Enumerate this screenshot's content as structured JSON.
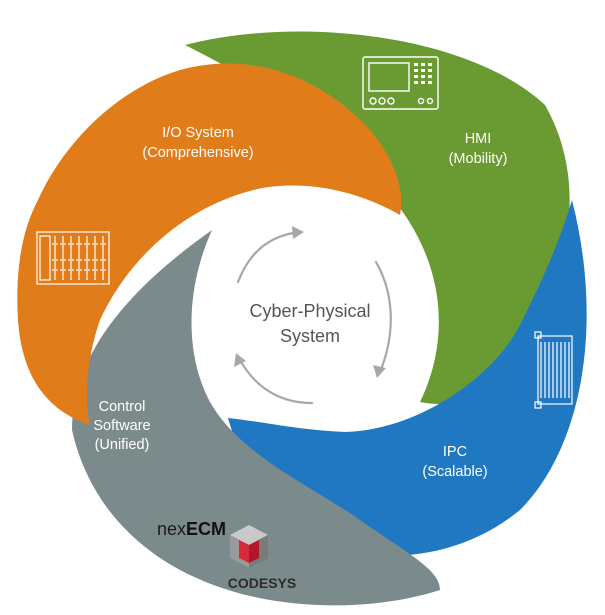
{
  "diagram": {
    "center": {
      "line1": "Cyber-Physical",
      "line2": "System"
    },
    "segments": [
      {
        "id": "hmi",
        "label_line1": "HMI",
        "label_line2": "(Mobility)",
        "color": "#6a9b33",
        "icon": "touch-panel-icon"
      },
      {
        "id": "ipc",
        "label_line1": "IPC",
        "label_line2": "(Scalable)",
        "color": "#1f78c1",
        "icon": "industrial-pc-icon"
      },
      {
        "id": "control-software",
        "label_line1": "Control",
        "label_line2": "Software",
        "label_line3": "(Unified)",
        "color": "#7b8a8b",
        "icon": "software-logos"
      },
      {
        "id": "io-system",
        "label_line1": "I/O System",
        "label_line2": "(Comprehensive)",
        "color": "#e07c19",
        "icon": "io-module-rack-icon"
      }
    ],
    "logos": {
      "nexecm_prefix": "nex",
      "nexecm_suffix": "ECM",
      "codesys": "CODESYS"
    },
    "arrow_color": "#a8a8a8"
  }
}
